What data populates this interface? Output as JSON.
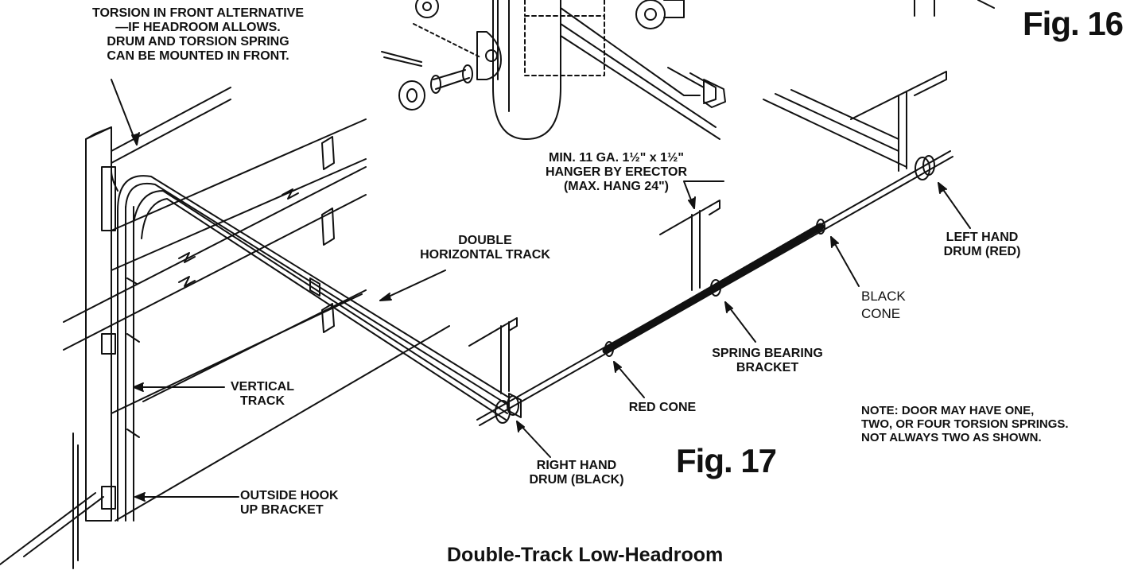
{
  "figures": {
    "fig16": "Fig. 16",
    "fig17": "Fig. 17"
  },
  "caption": "Double-Track Low-Headroom",
  "labels": {
    "torsion_front": "TORSION IN FRONT ALTERNATIVE\n—IF HEADROOM ALLOWS.\nDRUM AND TORSION SPRING\nCAN BE MOUNTED IN FRONT.",
    "hanger": "MIN. 11 GA. 1½\" x 1½\"\nHANGER BY ERECTOR\n(MAX. HANG 24\")",
    "double_track": "DOUBLE\nHORIZONTAL TRACK",
    "left_drum": "LEFT HAND\nDRUM (RED)",
    "black_cone": "BLACK\nCONE",
    "spring_bearing": "SPRING BEARING\nBRACKET",
    "vertical_track": "VERTICAL\nTRACK",
    "red_cone": "RED CONE",
    "right_drum": "RIGHT HAND\nDRUM (BLACK)",
    "outside_hook": "OUTSIDE HOOK\nUP BRACKET"
  },
  "note": "NOTE: DOOR MAY HAVE ONE,\nTWO, OR FOUR TORSION SPRINGS.\nNOT ALWAYS TWO AS SHOWN."
}
